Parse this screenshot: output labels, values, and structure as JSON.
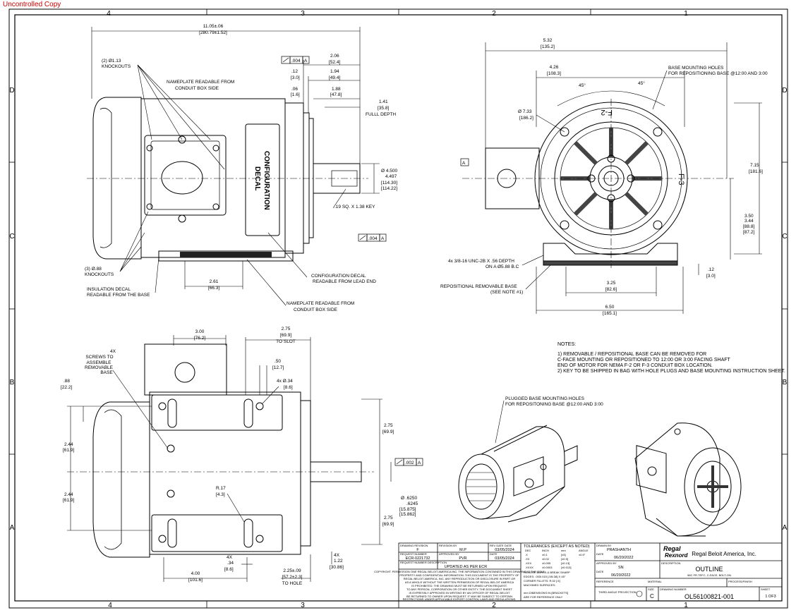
{
  "stamp": "Uncontrolled Copy",
  "zones": {
    "cols": [
      "4",
      "3",
      "2",
      "1"
    ],
    "rows": [
      "D",
      "C",
      "B",
      "A"
    ]
  },
  "top_view": {
    "overall": [
      "11.05±.06",
      "[280.79±1.52]"
    ],
    "knockouts_top": [
      "(2) Ø1.13",
      "KNOCKOUTS"
    ],
    "nameplate_top": [
      "NAMEPLATE READABLE FROM",
      "CONDUIT BOX SIDE"
    ],
    "fc1": ".004",
    "fc1_datum": "A",
    "d206": [
      "2.06",
      "[52.4]"
    ],
    "d194": [
      "1.94",
      "[49.4]"
    ],
    "d12": [
      ".12",
      "[3.0]"
    ],
    "d06": [
      ".06",
      "[1.6]"
    ],
    "d188": [
      "1.88",
      "[47.8]"
    ],
    "d141": [
      "1.41",
      "[35.8]",
      "FULLL DEPTH"
    ],
    "decal": [
      "CONFIGURATION",
      "DECAL"
    ],
    "shaft_dia": [
      "Ø 4.500",
      "4.497",
      "[114.30]",
      "[114.22]"
    ],
    "key": ".19 SQ. X 1.38 KEY",
    "fc2": ".004",
    "fc2_datum": "A",
    "knockouts_bot": [
      "(3) Ø.88",
      "KNOCKOUTS"
    ],
    "insulation": [
      "INSULATION DECAL",
      "READABLE FROM THE BASE"
    ],
    "d261": [
      "2.61",
      "[66.3]"
    ],
    "config_decal": [
      "CONFIGURATION DECAL",
      "READABLE FROM LEAD END"
    ],
    "nameplate_bot": [
      "NAMEPLATE READABLE FROM",
      "CONDUIT BOX SIDE"
    ]
  },
  "end_view": {
    "d532": [
      "5.32",
      "[135.2]"
    ],
    "d426": [
      "4.26",
      "[108.3]"
    ],
    "ang1": "45°",
    "ang2": "45°",
    "base_holes": [
      "BASE MOUNTING HOLES",
      "FOR REPOSITIONING BASE @12:00 AND 3:00"
    ],
    "d733": [
      "Ø 7.33",
      "[186.2]"
    ],
    "datum": "A",
    "d715": [
      "7.15",
      "[181.6]"
    ],
    "d350": [
      "3.50",
      "3.44",
      "[88.8]",
      "[87.2]"
    ],
    "tap": [
      "4x 3/8-16 UNC-2B X .56 DEPTH",
      "ON A Ø5.88 B.C"
    ],
    "d12": [
      ".12",
      "[3.0]"
    ],
    "d325": [
      "3.25",
      "[82.6]"
    ],
    "rep_base": [
      "REPOSITIONAL REMOVABLE BASE",
      "(SEE NOTE #1)"
    ],
    "d650": [
      "6.50",
      "[165.1]"
    ],
    "f2": "F-2",
    "f3": "F-3"
  },
  "bottom_view": {
    "d300": [
      "3.00",
      "[76.2]"
    ],
    "d275": [
      "2.75",
      "[69.9]",
      "TO SLOT"
    ],
    "screws": [
      "4X",
      "SCREWS TO",
      "ASSEMBLE",
      "REMOVABLE",
      "BASE"
    ],
    "d50": [
      ".50",
      "[12.7]"
    ],
    "d34": [
      "4x Ø.34",
      "[8.6]"
    ],
    "d88": [
      ".88",
      "[22.2]"
    ],
    "d244a": [
      "2.44",
      "[61.9]"
    ],
    "d244b": [
      "2.44",
      "[61.9]"
    ],
    "d275b": [
      "2.75",
      "[69.9]"
    ],
    "d275c": [
      "2.75",
      "[69.9]"
    ],
    "fc3": ".002",
    "fc3_datum": "A",
    "shaft": [
      "Ø .6250",
      ".6245",
      "[15.875]",
      "[15.862]"
    ],
    "r17": [
      "R.17",
      "[4.3]"
    ],
    "d34b": [
      "4X",
      ".34",
      "[8.6]"
    ],
    "d122": [
      "4X",
      "1.22",
      "[30.86]"
    ],
    "d400": [
      "4.00",
      "[101.6]"
    ],
    "d225": [
      "2.25±.09",
      "[57.2±2.3]",
      "TO HOLE"
    ]
  },
  "notes": {
    "title": "NOTES:",
    "items": [
      "1)   REMOVABLE / REPOSITIONAL BASE CAN BE REMOVED FOR",
      "       C-FACE MOUNTING OR REPOSITIONED TO 12:00 OR 3:00 FACING SHAFT",
      "       END OF MOTOR FOR NEMA F-2 OR F-3 CONDUIT BOX LOCATION.",
      "2)   KEY TO BE SHIPPED IN BAG WITH HOLE PLUGS AND BASE MOUNTING INSTRUCTION SHEET."
    ],
    "plugged": [
      "PLUGGED BASE MOUNTING HOLES",
      "FOR REPOSITONING BASE @12:00 AND 3:00"
    ]
  },
  "title_block": {
    "rev_label": "DRAWING REVISION",
    "rev": "F",
    "revby_label": "REVISION BY",
    "revby": "M.P",
    "revdate_label": "REV DATE DATE",
    "revdate": "03/05/2024",
    "req_label": "REQUEST NUMBER",
    "req": "ECR-0221732",
    "appr_label": "APPROVED BY",
    "appr": "PVR",
    "date_label": "DATE",
    "date": "03/05/2024",
    "desc_label": "REQUEST NUMBER DESCRIPTION",
    "desc": "UPDATED AS PER ECR",
    "tol_title": "TOLERANCES (EXCEPT AS NOTED)",
    "tol_head": [
      "DEC",
      "INCH",
      "mm",
      "ANGLE"
    ],
    "tol_rows": [
      [
        ".X",
        "±0.1",
        "[±3]",
        "±0.5°"
      ],
      [
        ".XX",
        "±0.02",
        "[±0.5]",
        ""
      ],
      [
        ".XXX",
        "±0.005",
        "[±0.13]",
        ""
      ],
      [
        ".XXXX",
        "±0.0003",
        "[±0.013]",
        ""
      ]
    ],
    "tol_lines": [
      "REMOVE BURRS & BREAK SHARP",
      "EDGES: .003/.015 [.08/.38] X 45°",
      "CORNER FILLETS: R.02 [.5]",
      "MACHINED SURFACES:",
      "mm DIMENSIONS IN [BRACKETS]",
      "ARE FOR REFERENCE ONLY"
    ],
    "drawn_label": "DRAWN BY",
    "drawn": "PRASHANTH",
    "drawn_date": "06/20/2022",
    "approved_label": "APPROVED BY",
    "approved": "SN",
    "approved_date": "06/20/2022",
    "reference_label": "REFERENCE",
    "projection_label": "THIRD ANGLE PROJECTION",
    "logo1": "Regal",
    "logo2": "Rexnord",
    "company": "Regal Beloit America, Inc.",
    "desc2_label": "DESCRIPTION",
    "title": "OUTLINE",
    "subtitle": "56C FR,TEFC, C-FACE, BOLT-ON",
    "material_label": "MATERIAL",
    "finish_label": "PROCESS/FINISH",
    "size_label": "SIZE",
    "size": "C",
    "dwg_label": "DRAWING NUMBER",
    "dwg": "OL56100821-001",
    "sheet_label": "SHEET",
    "sheet": "1 OF3",
    "copyright": [
      "COPYRIGHT. PERMISSION ONE REGAL BELOIT AMERICA INC. THE INFORMATION CONTAINED IN THIS DRAWING IS THE SOLE",
      "PROPERTY AND CONFIDENTIAL INFORMATION. THIS DOCUMENT IS THE PROPERTY OF",
      "REGAL BELOIT AMERICA, INC. ANY REPRODUCTION OR DISCLOSURE IN PART OR",
      "AS A WHOLE WITHOUT THE WRITTEN PERMISSION OF REGAL BELOIT AMERICA",
      "IS PROHIBITED. THE DRAWING MUST BE RETURNED UPON REQUEST.",
      "TO ANY PERSON, CORPORATION OR OTHER ENTITY. THE DOCUMENT SHEET",
      "IS EXPRESSLY APPROVED IN WRITING BY AN OFFICER OF REGAL BELOIT",
      "BE RETURNED TO OWNER UPON REQUEST. IT MAY BE SUBJECT TO CERTAIN",
      "RESTRICTIONS UNDER APPLICABLE EXPORT CONTROL LAWS AND REGULATIONS."
    ]
  }
}
